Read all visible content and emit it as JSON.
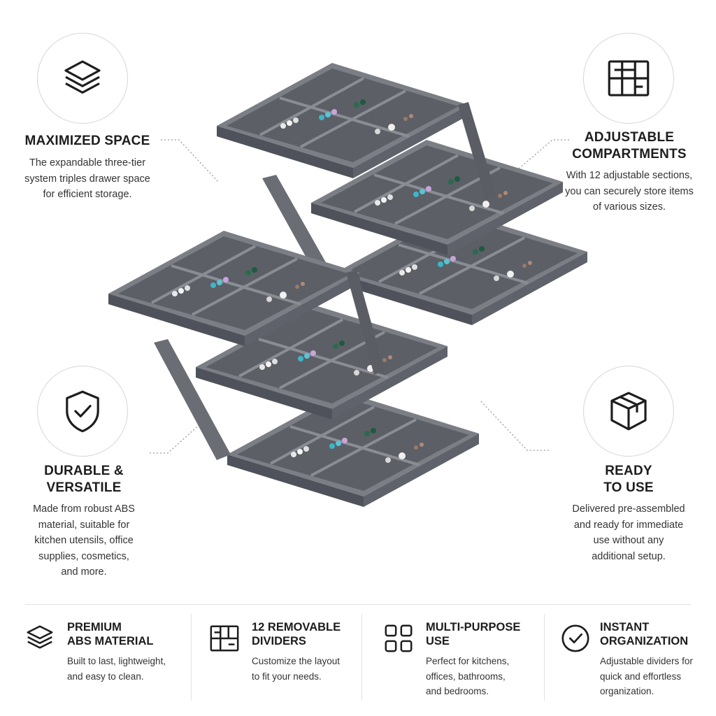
{
  "features": {
    "maximized": {
      "icon": "layers-icon",
      "title": "MAXIMIZED SPACE",
      "description": "The expandable three-tier\nsystem triples drawer space\nfor efficient storage."
    },
    "adjustable": {
      "icon": "grid-compartments-icon",
      "title": "ADJUSTABLE\nCOMPARTMENTS",
      "description": "With 12 adjustable sections,\nyou can securely store items\nof various sizes."
    },
    "durable": {
      "icon": "shield-check-icon",
      "title": "DURABLE &\nVERSATILE",
      "description": "Made from robust ABS\nmaterial, suitable for\nkitchen utensils, office\nsupplies, cosmetics,\nand more."
    },
    "ready": {
      "icon": "box-icon",
      "title": "READY\nTO USE",
      "description": "Delivered pre-assembled\nand ready for immediate\nuse without any\nadditional setup."
    }
  },
  "benefits": [
    {
      "icon": "layers-icon",
      "title": "PREMIUM\nABS MATERIAL",
      "description": "Built to last, lightweight,\nand easy to clean."
    },
    {
      "icon": "dividers-icon",
      "title": "12 REMOVABLE\nDIVIDERS",
      "description": "Customize the layout\nto fit your needs."
    },
    {
      "icon": "four-squares-icon",
      "title": "MULTI-PURPOSE\nUSE",
      "description": "Perfect for kitchens,\noffices, bathrooms,\nand bedrooms."
    },
    {
      "icon": "check-circle-icon",
      "title": "INSTANT\nORGANIZATION",
      "description": "Adjustable dividers for\nquick and effortless\norganization."
    }
  ],
  "colors": {
    "tray": "#6e7178",
    "tray_dark": "#4f525a",
    "tray_inner": "#5c5f66",
    "icon_stroke": "#1d1d1d",
    "divider": "#e2e2e2"
  }
}
